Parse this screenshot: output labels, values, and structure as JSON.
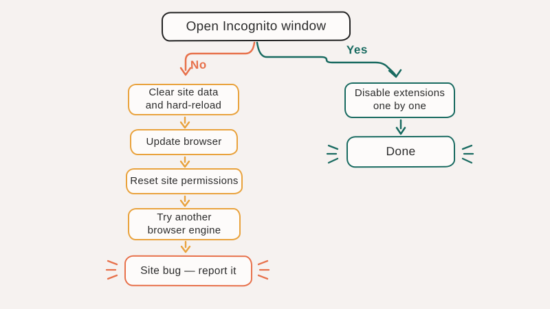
{
  "diagram": {
    "type": "flowchart",
    "topic": "Browser troubleshooting decision flow",
    "root": {
      "label": "Open Incognito window"
    },
    "branch_labels": {
      "no": "No",
      "yes": "Yes"
    },
    "no_path": [
      {
        "label": "Clear site data\nand hard-reload"
      },
      {
        "label": "Update browser"
      },
      {
        "label": "Reset site permissions"
      },
      {
        "label": "Try another\nbrowser engine"
      },
      {
        "label": "Site bug — report it",
        "emphasized": true
      }
    ],
    "yes_path": [
      {
        "label": "Disable extensions\none by one"
      },
      {
        "label": "Done",
        "emphasized": true
      }
    ]
  },
  "colors": {
    "background": "#f6f2f0",
    "node_fill": "#fdfbfa",
    "root_border": "#222222",
    "no_branch_orange": "#e7704a",
    "no_step_amber": "#e9a23c",
    "yes_branch_teal": "#186a60",
    "text": "#2a2a2a"
  }
}
